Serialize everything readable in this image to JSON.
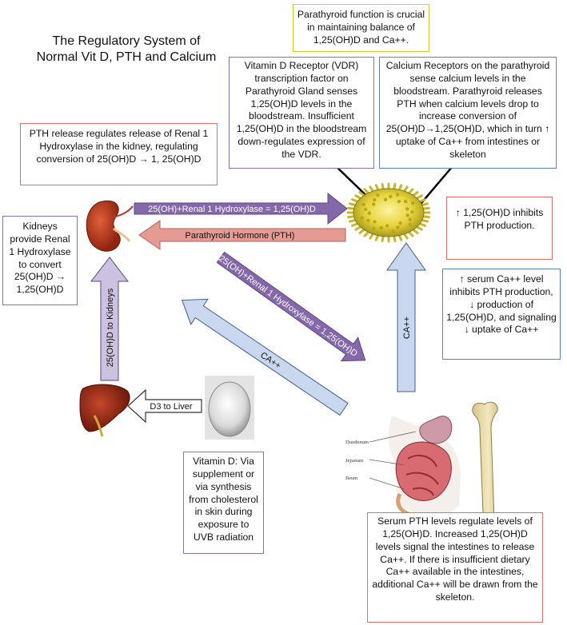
{
  "title": "The Regulatory System of Normal Vit D, PTH and Calcium",
  "boxes": {
    "parathyroid_function": "Parathyroid function is crucial in maintaining balance of 1,25(OH)D and Ca++.",
    "vdr": "Vitamin D Receptor (VDR) transcription factor on Parathyroid Gland senses 1,25(OH)D levels in the bloodstream. Insufficient 1,25(OH)D in the bloodstream down-regulates expression of the VDR.",
    "calcium_receptors": "Calcium Receptors on the parathyroid sense calcium levels in the bloodstream. Parathyroid releases PTH when calcium levels drop to increase conversion of 25(OH)D→1,25(OH)D, which in turn ↑ uptake of Ca++ from intestines or skeleton",
    "pth_release": "PTH release regulates release of Renal 1 Hydroxylase in the kidney, regulating conversion of 25(OH)D → 1, 25(OH)D",
    "kidneys": "Kidneys provide Renal 1 Hydroxylase to convert 25(OH)D → 1,25(OH)D",
    "inhibits_pth": "↑ 1,25(OH)D inhibits PTH production.",
    "serum_ca": "↑ serum Ca++ level inhibits PTH production, ↓ production of 1,25(OH)D, and signaling ↓ uptake of Ca++",
    "vitamin_d": "Vitamin D: Via supplement or via synthesis from cholesterol in skin during exposure to UVB radiation",
    "serum_pth": "Serum PTH levels regulate levels of 1,25(OH)D. Increased 1,25(OH)D levels signal the intestines to release Ca++. If there is insufficient dietary Ca++ available in the intestines, additional Ca++ will be drawn from the skeleton."
  },
  "arrows": {
    "top": "25(OH)+Renal 1 Hydroxylase = 1,25(OH)D",
    "pth": "Parathyroid Hormone (PTH)",
    "diagonal": "25(OH)+Renal 1 Hydroxylase = 1,25(OH)D",
    "ca_diag": "CA++",
    "ca_up": "CA++",
    "kidneys_up": "25(OH)D to Kidneys",
    "liver": "D3 to Liver"
  },
  "gut_labels": [
    "Duodenum",
    "Jejunum",
    "Ileum"
  ],
  "colors": {
    "purple_arrow": "#8468aa",
    "purple_light": "#ccc2e0",
    "pink_arrow": "#e59a92",
    "blue_light": "#c9d8ee",
    "red_border": "#d9706a",
    "purple_border": "#8a6fb3",
    "blue_border": "#5b82c4",
    "gold_border": "#e0c22c"
  },
  "icons": [
    "kidney-icon",
    "parathyroid-gland-icon",
    "liver-icon",
    "vitamin-d-capsule-icon",
    "intestines-icon",
    "bone-icon"
  ]
}
